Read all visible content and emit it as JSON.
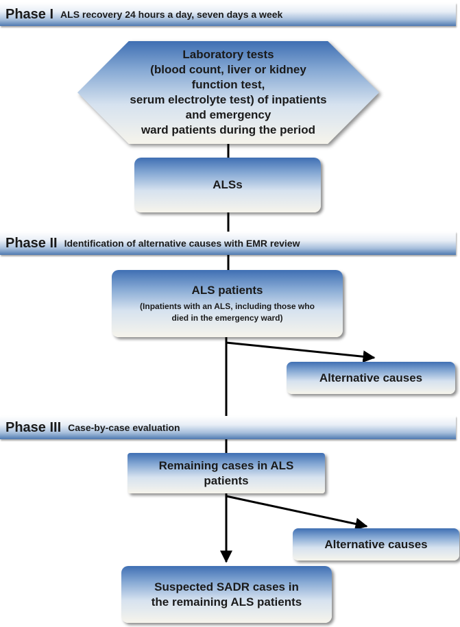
{
  "phases": [
    {
      "name": "Phase I",
      "description": "ALS recovery 24 hours a day, seven days a week"
    },
    {
      "name": "Phase II",
      "description": "Identification of alternative causes with EMR review"
    },
    {
      "name": "Phase III",
      "description": "Case-by-case evaluation"
    }
  ],
  "lab_tests": {
    "lines": [
      "Laboratory tests",
      "(blood count, liver or kidney",
      "function test,",
      "serum electrolyte test) of inpatients",
      "and emergency",
      "ward patients during the period"
    ]
  },
  "als": {
    "label": "ALSs"
  },
  "als_patients": {
    "title": "ALS patients",
    "sub_lines": [
      "(Inpatients with an ALS, including those who",
      "died in the emergency ward)"
    ]
  },
  "alternative_causes_1": {
    "label": "Alternative causes"
  },
  "remaining_cases": {
    "lines": [
      "Remaining cases in ALS",
      "patients"
    ]
  },
  "alternative_causes_2": {
    "label": "Alternative causes"
  },
  "suspected_sadr": {
    "lines": [
      "Suspected SADR cases in",
      "the remaining  ALS patients"
    ]
  },
  "colors": {
    "box_top": "#3f6fb3",
    "box_bottom": "#f6f4ec",
    "phase_bar_edge": "#4f79b0",
    "connector": "#000000"
  }
}
